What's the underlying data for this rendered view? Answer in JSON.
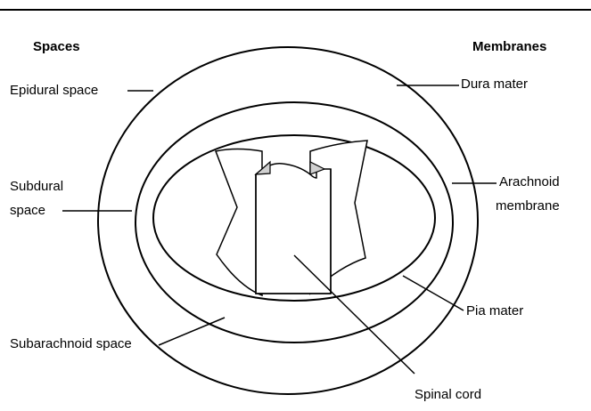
{
  "headers": {
    "spaces": "Spaces",
    "membranes": "Membranes"
  },
  "labels": {
    "epidural_space": "Epidural space",
    "subdural_line1": "Subdural",
    "subdural_line2": "space",
    "subarachnoid_space": "Subarachnoid space",
    "dura_mater": "Dura mater",
    "arachnoid_line1": "Arachnoid",
    "arachnoid_line2": "membrane",
    "pia_mater": "Pia mater",
    "spinal_cord": "Spinal cord"
  }
}
